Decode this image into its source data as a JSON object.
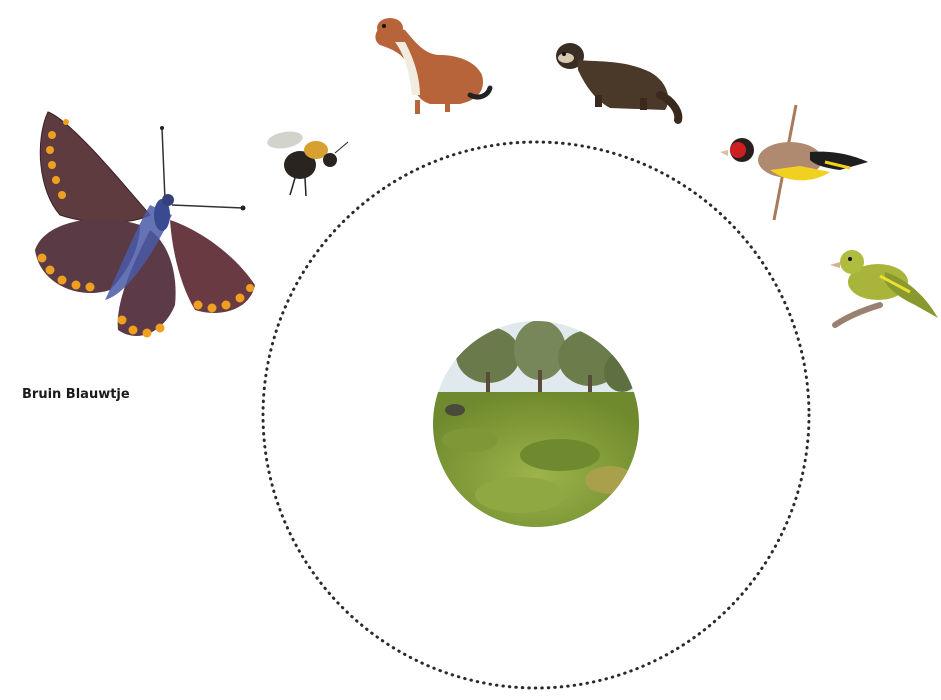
{
  "species": [
    {
      "id": "butterfly",
      "label": "Bruin Blauwtje",
      "icon": "butterfly-icon"
    },
    {
      "id": "bee",
      "label": "",
      "icon": "bumblebee-icon"
    },
    {
      "id": "stoat",
      "label": "",
      "icon": "stoat-icon"
    },
    {
      "id": "polecat",
      "label": "",
      "icon": "polecat-icon"
    },
    {
      "id": "goldfinch",
      "label": "",
      "icon": "goldfinch-icon"
    },
    {
      "id": "greenfinch",
      "label": "",
      "icon": "greenfinch-icon"
    }
  ],
  "center": {
    "icon": "heathland-landscape-icon"
  },
  "colors": {
    "ring": "#2a2a2a",
    "butterfly_wing": "#5a3a3a",
    "butterfly_orange": "#f0a020",
    "butterfly_blue": "#4a5aa8",
    "grass": "#8aa03a",
    "sky": "#dce8f0"
  }
}
